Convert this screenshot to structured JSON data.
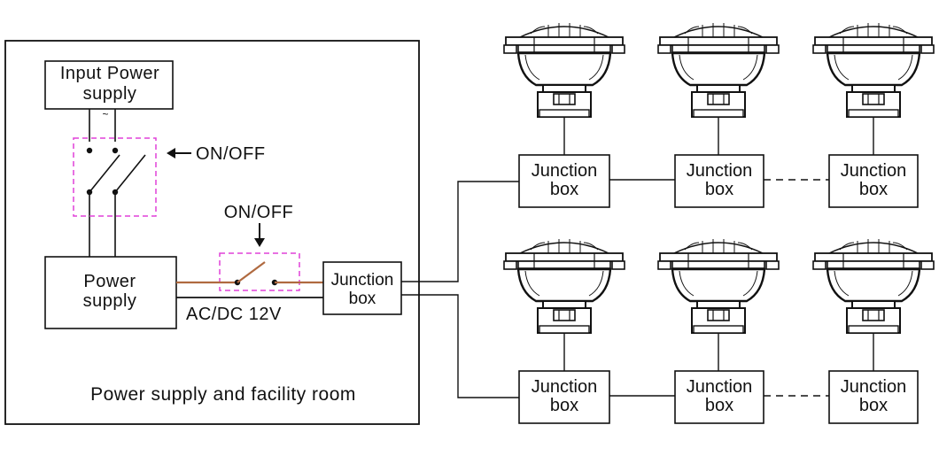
{
  "room_label": "Power supply and facility room",
  "input_supply": {
    "line1": "Input Power",
    "line2": "supply",
    "symbol": "~"
  },
  "power_supply": {
    "line1": "Power",
    "line2": "supply"
  },
  "voltage_label": "AC/DC 12V",
  "switch_main_label": "ON/OFF",
  "switch_line_label": "ON/OFF",
  "junction": {
    "line1": "Junction",
    "line2": "box"
  },
  "colors": {
    "line": "#111111",
    "switch_wire": "#b06a40",
    "dashed_box": "#e040d8"
  }
}
